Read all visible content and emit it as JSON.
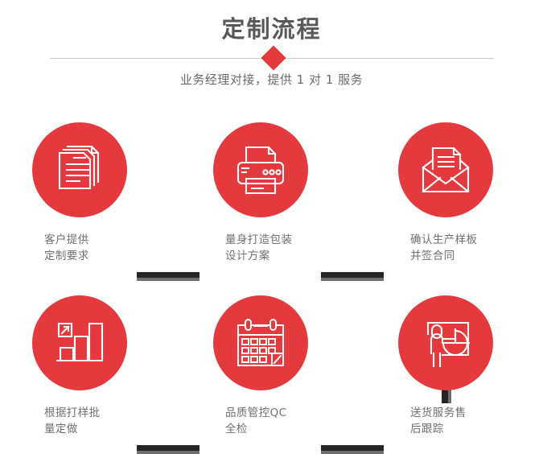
{
  "header": {
    "title": "定制流程",
    "subtitle": "业务经理对接，提供 1 对 1 服务",
    "divider_icon": "diamond-icon",
    "title_color": "#585858",
    "accent_color": "#e43a3e",
    "divider_color": "#c9c9c9"
  },
  "theme": {
    "circle_color": "#e43a3e",
    "icon_color": "#ffffff",
    "connector_color": "#252525",
    "connector_shadow_color": "#6e6e6e",
    "caption_color": "#6f6f6f",
    "background": "#ffffff"
  },
  "flow": {
    "steps": [
      {
        "index": 1,
        "icon": "documents-stack-icon",
        "caption_line1": "客户提供",
        "caption_line2": "定制要求"
      },
      {
        "index": 2,
        "icon": "printer-icon",
        "caption_line1": "量身打造包装",
        "caption_line2": "设计方案"
      },
      {
        "index": 3,
        "icon": "envelope-document-icon",
        "caption_line1": "确认生产样板",
        "caption_line2": "并签合同"
      },
      {
        "index": 4,
        "icon": "bar-chart-growth-icon",
        "caption_line1": "根据打样批",
        "caption_line2": "量定做"
      },
      {
        "index": 5,
        "icon": "calendar-check-icon",
        "caption_line1": "品质管控QC",
        "caption_line2": "全检"
      },
      {
        "index": 6,
        "icon": "presenter-pie-chart-icon",
        "caption_line1": "送货服务售",
        "caption_line2": "后跟踪"
      }
    ],
    "connectors": [
      {
        "name": "connector-step1-step2",
        "orientation": "horizontal"
      },
      {
        "name": "connector-step2-step3",
        "orientation": "horizontal"
      },
      {
        "name": "connector-step3-step6",
        "orientation": "vertical"
      },
      {
        "name": "connector-step4-step5",
        "orientation": "horizontal"
      },
      {
        "name": "connector-step5-step6",
        "orientation": "horizontal"
      }
    ]
  }
}
